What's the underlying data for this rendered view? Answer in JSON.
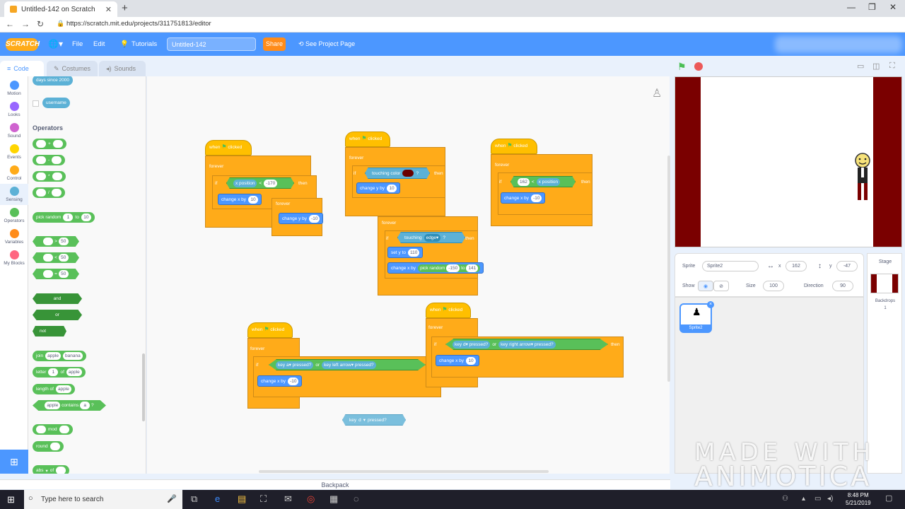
{
  "browser": {
    "tab_title": "Untitled-142 on Scratch",
    "tab_close": "✕",
    "new_tab": "+",
    "url": "https://scratch.mit.edu/projects/311751813/editor",
    "win_min": "—",
    "win_max": "❐",
    "win_close": "✕"
  },
  "menu": {
    "logo": "SCRATCH",
    "file": "File",
    "edit": "Edit",
    "tutorials": "Tutorials",
    "project_title": "Untitled-142",
    "share": "Share",
    "see_project": "See Project Page"
  },
  "tabs": {
    "code": "Code",
    "costumes": "Costumes",
    "sounds": "Sounds"
  },
  "categories": [
    {
      "label": "Motion",
      "color": "#4c97ff"
    },
    {
      "label": "Looks",
      "color": "#9966ff"
    },
    {
      "label": "Sound",
      "color": "#cf63cf"
    },
    {
      "label": "Events",
      "color": "#ffd500"
    },
    {
      "label": "Control",
      "color": "#ffab19"
    },
    {
      "label": "Sensing",
      "color": "#5cb1d6"
    },
    {
      "label": "Operators",
      "color": "#59c059"
    },
    {
      "label": "Variables",
      "color": "#ff8c1a"
    },
    {
      "label": "My Blocks",
      "color": "#ff6680"
    }
  ],
  "palette": {
    "days_since": "days since 2000",
    "username": "username",
    "operators_header": "Operators",
    "plus": "+",
    "minus": "-",
    "times": "*",
    "divide": "/",
    "pick_random": "pick random",
    "to": "to",
    "rand_from": "1",
    "rand_to": "10",
    "gt": ">",
    "lt": "<",
    "eq": "=",
    "fifty": "50",
    "and": "and",
    "or": "or",
    "not": "not",
    "join": "join",
    "apple": "apple",
    "banana": "banana",
    "letter": "letter",
    "one": "1",
    "of": "of",
    "length_of": "length of",
    "contains": "contains",
    "a": "a",
    "q": "?",
    "mod": "mod",
    "round": "round",
    "abs": "abs"
  },
  "code": {
    "when": "when",
    "clicked": "clicked",
    "forever": "forever",
    "if": "if",
    "then": "then",
    "x_position": "x position",
    "neg170": "-170",
    "change_x_by": "change x by",
    "change_y_by": "change y by",
    "ten": "10",
    "neg10": "-10",
    "touching_color": "touching color",
    "touching": "touching",
    "edge": "edge",
    "set_y_to": "set y to",
    "y110": "110",
    "pick_random": "pick random",
    "neg150": "-150",
    "to": "to",
    "v141": "141",
    "v162": "162",
    "lt": "<",
    "key": "key",
    "d": "d",
    "a": "a",
    "pressed": "pressed?",
    "or": "or",
    "right_arrow": "right arrow",
    "left_arrow": "left arrow",
    "dragging_key": "key",
    "dragging_d": "d",
    "dragging_pressed": "pressed?"
  },
  "backpack": "Backpack",
  "sprite_info": {
    "sprite_label": "Sprite",
    "sprite_name": "Sprite2",
    "x_label": "x",
    "x_value": "162",
    "y_label": "y",
    "y_value": "-47",
    "show_label": "Show",
    "size_label": "Size",
    "size_value": "100",
    "direction_label": "Direction",
    "direction_value": "90",
    "thumb_name": "Sprite2"
  },
  "stage_panel": {
    "label": "Stage",
    "backdrops": "Backdrops",
    "count": "1"
  },
  "watermark": {
    "line1": "MADE WITH",
    "line2": "ANIMOTICA"
  },
  "taskbar": {
    "search": "Type here to search",
    "time": "8:48 PM",
    "date": "5/21/2019"
  }
}
